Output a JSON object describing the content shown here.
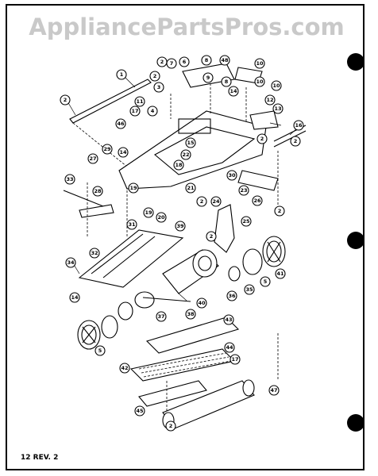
{
  "watermark": "AppliancePartsPros.com",
  "page_label": "12 REV. 2",
  "callouts": [
    "1",
    "2",
    "2",
    "2",
    "2",
    "2",
    "2",
    "2",
    "2",
    "2",
    "3",
    "4",
    "5",
    "5",
    "6",
    "7",
    "8",
    "8",
    "9",
    "10",
    "10",
    "10",
    "11",
    "12",
    "13",
    "14",
    "14",
    "14",
    "15",
    "16",
    "17",
    "17",
    "18",
    "19",
    "19",
    "20",
    "21",
    "22",
    "23",
    "24",
    "25",
    "26",
    "27",
    "28",
    "29",
    "30",
    "31",
    "32",
    "33",
    "34",
    "35",
    "36",
    "37",
    "38",
    "39",
    "40",
    "41",
    "42",
    "43",
    "44",
    "45",
    "46",
    "47",
    "48"
  ]
}
